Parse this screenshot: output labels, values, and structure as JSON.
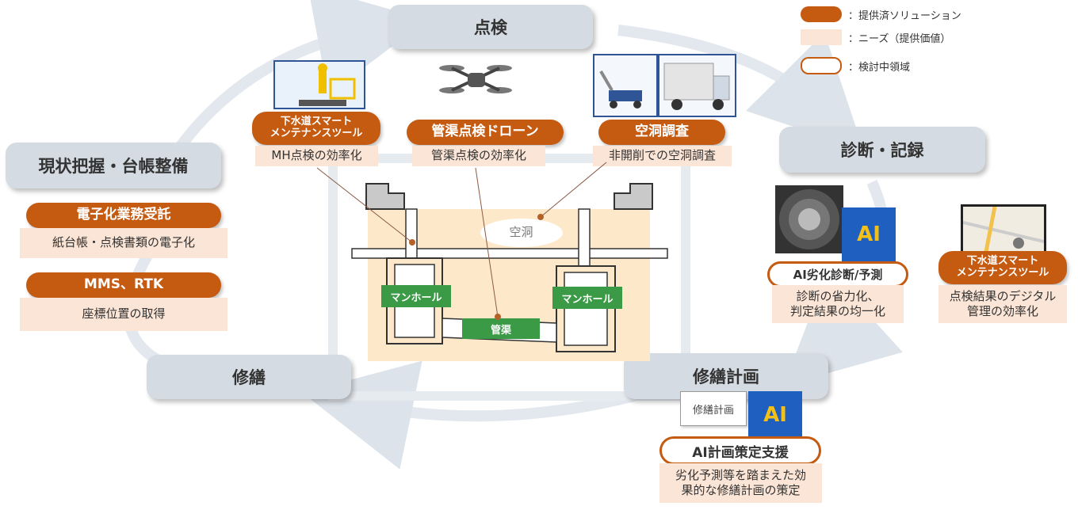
{
  "legend": {
    "provided": "：提供済ソリューション",
    "needs": "：ニーズ（提供価値）",
    "considering": "：検討中領域"
  },
  "phases": {
    "inspection": "点検",
    "diagnosis": "診断・記録",
    "repair_plan": "修繕計画",
    "repair": "修繕",
    "status": "現状把握・台帳整備"
  },
  "solutions": {
    "smart_tool_1": "下水道スマート\nメンテナンスツール",
    "drone": "管渠点検ドローン",
    "cavity": "空洞調査",
    "digitization": "電子化業務受託",
    "mms": "MMS、RTK",
    "ai_diagnosis": "AI劣化診断/予測",
    "smart_tool_2": "下水道スマート\nメンテナンスツール",
    "ai_plan": "AI計画策定支援"
  },
  "needs": {
    "mh": "MH点検の効率化",
    "pipe": "管渠点検の効率化",
    "cavity": "非開削での空洞調査",
    "digitization": "紙台帳・点検書類の電子化",
    "coords": "座標位置の取得",
    "diagnosis": "診断の省力化、\n判定結果の均一化",
    "digital": "点検結果のデジタル\n管理の効率化",
    "plan": "劣化予測等を踏まえた効\n果的な修繕計画の策定"
  },
  "diagram": {
    "cavity": "空洞",
    "manhole_left": "マンホール",
    "manhole_right": "マンホール",
    "pipe": "管渠",
    "plan_doc": "修繕計画",
    "ai_badge_1": "AI",
    "ai_badge_2": "AI"
  },
  "colors": {
    "provided": "#c55a11",
    "needs": "#fbe5d6",
    "phase": "#d5dbe2",
    "ground": "#fde9c9",
    "manhole_label": "#3a9a45"
  }
}
